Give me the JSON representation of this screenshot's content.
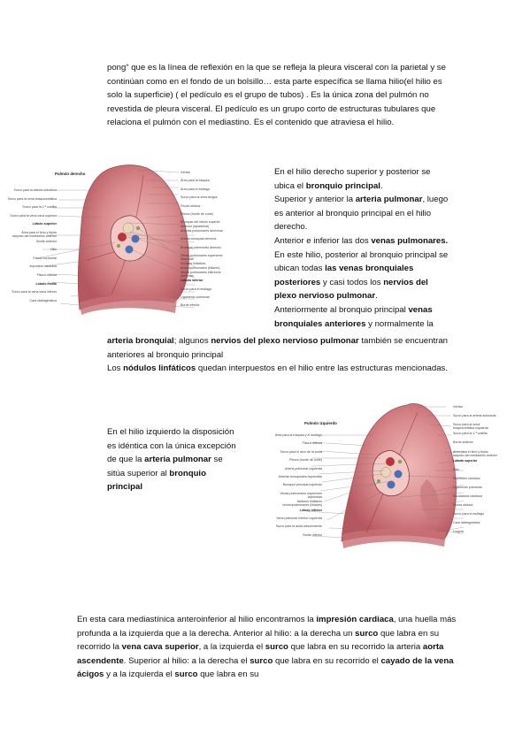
{
  "paragraph_1": [
    {
      "t": "pong“ que es la línea de reflexión en la que se refleja la pleura visceral con la parietal y se continúan como en el fondo de un bolsillo… esta parte específica se llama hilio(el hilio es solo la superficie) ( el pedículo es el grupo de tubos) . Es la única zona del pulmón no revestida de pleura visceral. El pedículo es un grupo corto de estructuras tubulares que relaciona el pulmón con el mediastino. Es el contenido que atraviesa el hilio.",
      "b": false
    }
  ],
  "paragraph_2": [
    {
      "t": "En el hilio derecho superior y posterior se ubica el ",
      "b": false
    },
    {
      "t": "bronquio principal",
      "b": true
    },
    {
      "t": ".\nSuperior y anterior la ",
      "b": false
    },
    {
      "t": "arteria pulmonar",
      "b": true
    },
    {
      "t": ", luego es anterior al bronquio principal en el hilio derecho.\nAnterior e inferior las dos ",
      "b": false
    },
    {
      "t": "venas pulmonares.",
      "b": true
    },
    {
      "t": "\nEn este hilio, posterior al bronquio principal se ubican todas ",
      "b": false
    },
    {
      "t": "las venas bronquiales posteriores",
      "b": true
    },
    {
      "t": " y casi todos los ",
      "b": false
    },
    {
      "t": "nervios del plexo nervioso pulmonar",
      "b": true
    },
    {
      "t": ".\nAnteriormente al bronquio principal ",
      "b": false
    },
    {
      "t": "venas bronquiales anteriores",
      "b": true
    },
    {
      "t": " y normalmente la",
      "b": false
    }
  ],
  "paragraph_3": [
    {
      "t": "arteria bronquial",
      "b": true
    },
    {
      "t": "; algunos ",
      "b": false
    },
    {
      "t": "nervios del plexo nervioso pulmonar",
      "b": true
    },
    {
      "t": " también se encuentran anteriores al bronquio principal\nLos ",
      "b": false
    },
    {
      "t": "nódulos linfáticos",
      "b": true
    },
    {
      "t": " quedan interpuestos en el hilio entre las estructuras mencionadas.",
      "b": false
    }
  ],
  "paragraph_4": [
    {
      "t": "En el hilio izquierdo la disposición es idéntica con la única excepción de que la ",
      "b": false
    },
    {
      "t": "arteria pulmonar",
      "b": true
    },
    {
      "t": " se sitúa superior al ",
      "b": false
    },
    {
      "t": "bronquio principal",
      "b": true
    }
  ],
  "paragraph_5": [
    {
      "t": "En esta cara mediastínica anteroinferior al hilio encontramos la ",
      "b": false
    },
    {
      "t": "impresión cardiaca",
      "b": true
    },
    {
      "t": ", una huella más profunda a la izquierda que a la derecha. Anterior al hilio: a la derecha un ",
      "b": false
    },
    {
      "t": "surco",
      "b": true
    },
    {
      "t": " que labra en su recorrido la ",
      "b": false
    },
    {
      "t": "vena cava superior",
      "b": true
    },
    {
      "t": ", a la izquierda el ",
      "b": false
    },
    {
      "t": "surco",
      "b": true
    },
    {
      "t": " que labra en su recorrido la arteria ",
      "b": false
    },
    {
      "t": "aorta ascendente",
      "b": true
    },
    {
      "t": ". Superior al hilio: a la derecha el ",
      "b": false
    },
    {
      "t": "surco",
      "b": true
    },
    {
      "t": " que labra en su recorrido el ",
      "b": false
    },
    {
      "t": "cayado de la vena ácigos",
      "b": true
    },
    {
      "t": " y a la izquierda el ",
      "b": false
    },
    {
      "t": "surco",
      "b": true
    },
    {
      "t": " que labra en su",
      "b": false
    }
  ],
  "figure_right_lung": {
    "title": "Pulmón derecho",
    "left_labels": [
      {
        "t": "Surco para la arteria subclavia",
        "b": false
      },
      {
        "t": "Surco para la vena braquiocefálica",
        "b": false
      },
      {
        "t": "Surco para la 1.ª costilla",
        "b": false
      },
      {
        "t": "Surco para la vena cava superior",
        "b": false
      },
      {
        "t": "Lóbulo superior",
        "b": true
      },
      {
        "t": "Área para el timo y tejido adiposo del mediastino anterior",
        "b": false
      },
      {
        "t": "Borde anterior",
        "b": false
      },
      {
        "t": "Hilio",
        "b": false
      },
      {
        "t": "Fisura horizontal",
        "b": false
      },
      {
        "t": "Impresión cardíaca",
        "b": false
      },
      {
        "t": "Fisura oblicua",
        "b": false
      },
      {
        "t": "Lóbulo medio",
        "b": true
      },
      {
        "t": "Surco para la vena cava inferior",
        "b": false
      },
      {
        "t": "Cara diafragmática",
        "b": false
      }
    ],
    "right_labels": [
      {
        "t": "Vértice",
        "b": false
      },
      {
        "t": "Área para la tráquea",
        "b": false
      },
      {
        "t": "Área para el esófago",
        "b": false
      },
      {
        "t": "Surco para la vena ácigos",
        "b": false
      },
      {
        "t": "Fisura oblicua",
        "b": false
      },
      {
        "t": "Pleura (borde de corte)",
        "b": false
      },
      {
        "t": "Bronquio del lóbulo superior derecho (epiarterial)",
        "b": false
      },
      {
        "t": "Arterias pulmonares derechas",
        "b": false
      },
      {
        "t": "Arteria bronquial derecha",
        "b": false
      },
      {
        "t": "Bronquio intermedio derecho",
        "b": false
      },
      {
        "t": "Venas pulmonares superiores derechas",
        "b": false
      },
      {
        "t": "Nódulos linfáticos broncopulmonares (hiliares)",
        "b": false
      },
      {
        "t": "Venas pulmonares inferiores derechas",
        "b": false
      },
      {
        "t": "Lóbulo inferior",
        "b": true
      },
      {
        "t": "Surco para el esófago",
        "b": false
      },
      {
        "t": "Ligamento pulmonar",
        "b": false
      },
      {
        "t": "Borde inferior",
        "b": false
      }
    ]
  },
  "figure_left_lung": {
    "title": "Pulmón izquierdo",
    "left_labels": [
      {
        "t": "Área para la tráquea y el esófago",
        "b": false
      },
      {
        "t": "Fisura oblicua",
        "b": false
      },
      {
        "t": "Surco para el arco de la aorta",
        "b": false
      },
      {
        "t": "Pleura (borde de corte)",
        "b": false
      },
      {
        "t": "Arteria pulmonar izquierda",
        "b": false
      },
      {
        "t": "Arterias bronquiales izquierdas",
        "b": false
      },
      {
        "t": "Bronquio principal izquierdo",
        "b": false
      },
      {
        "t": "Venas pulmonares superiores izquierdas",
        "b": false
      },
      {
        "t": "Nódulos linfáticos broncopulmonares (hiliares)",
        "b": false
      },
      {
        "t": "Lóbulo inferior",
        "b": true
      },
      {
        "t": "Vena pulmonar inferior izquierda",
        "b": false
      },
      {
        "t": "Surco para la aorta descendente",
        "b": false
      },
      {
        "t": "Borde inferior",
        "b": false
      }
    ],
    "right_labels": [
      {
        "t": "Vértice",
        "b": false
      },
      {
        "t": "Surco para la arteria subclavia",
        "b": false
      },
      {
        "t": "Surco para la vena braquiocefálica izquierda",
        "b": false
      },
      {
        "t": "Surco para la 1.ª costilla",
        "b": false
      },
      {
        "t": "Borde anterior",
        "b": false
      },
      {
        "t": "Área para el timo y tejido adiposo del mediastino anterior",
        "b": false
      },
      {
        "t": "Lóbulo superior",
        "b": true
      },
      {
        "t": "Hilio",
        "b": false
      },
      {
        "t": "Impresión cardíaca",
        "b": false
      },
      {
        "t": "Ligamento pulmonar",
        "b": false
      },
      {
        "t": "Escotadura cardíaca",
        "b": false
      },
      {
        "t": "Fisura oblicua",
        "b": false
      },
      {
        "t": "Surco para el esófago",
        "b": false
      },
      {
        "t": "Cara diafragmática",
        "b": false
      },
      {
        "t": "Língula",
        "b": false
      }
    ]
  },
  "colors": {
    "lung_fill": "#d98a8c",
    "lung_dark": "#b5575e",
    "lung_light": "#eeb8b6",
    "vein_blue": "#4a6fb5",
    "artery_red": "#b8343a",
    "bronchus": "#e8d8b8",
    "node_green": "#7fa35a"
  }
}
